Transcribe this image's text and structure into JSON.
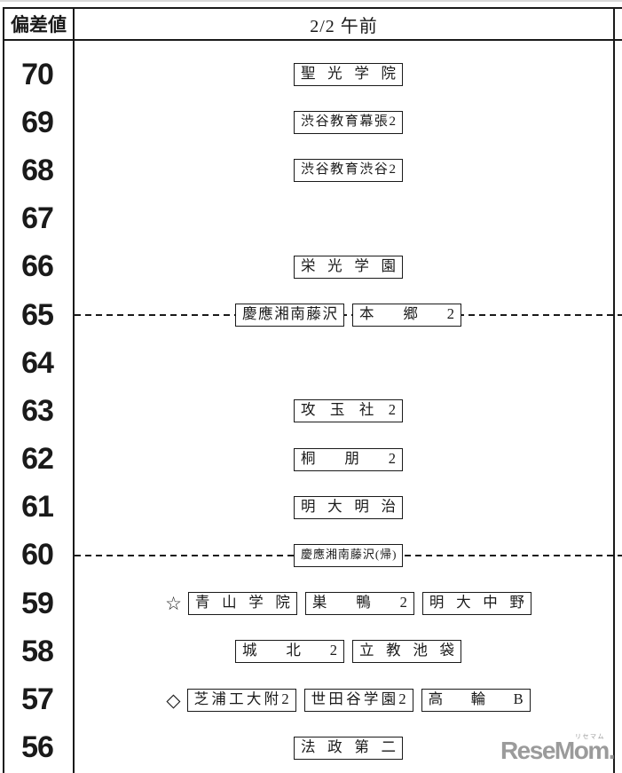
{
  "header": {
    "deviation_label": "偏差値",
    "session_label": "2/2 午前"
  },
  "chart_data": {
    "type": "table",
    "title": "中学入試 偏差値 2/2午前",
    "ylabel": "偏差値",
    "column_label": "2/2午前",
    "y_range": [
      70,
      56
    ],
    "guidelines_at": [
      65,
      60
    ],
    "rows": [
      {
        "value": "70",
        "prefix": "",
        "dashed": false,
        "schools": [
          "聖光学院"
        ]
      },
      {
        "value": "69",
        "prefix": "",
        "dashed": false,
        "schools": [
          "渋谷教育幕張2"
        ]
      },
      {
        "value": "68",
        "prefix": "",
        "dashed": false,
        "schools": [
          "渋谷教育渋谷2"
        ]
      },
      {
        "value": "67",
        "prefix": "",
        "dashed": false,
        "schools": []
      },
      {
        "value": "66",
        "prefix": "",
        "dashed": false,
        "schools": [
          "栄光学園"
        ]
      },
      {
        "value": "65",
        "prefix": "",
        "dashed": true,
        "schools": [
          "慶應湘南藤沢",
          "本郷2"
        ]
      },
      {
        "value": "64",
        "prefix": "",
        "dashed": false,
        "schools": []
      },
      {
        "value": "63",
        "prefix": "",
        "dashed": false,
        "schools": [
          "攻玉社2"
        ]
      },
      {
        "value": "62",
        "prefix": "",
        "dashed": false,
        "schools": [
          "桐朋2"
        ]
      },
      {
        "value": "61",
        "prefix": "",
        "dashed": false,
        "schools": [
          "明大明治"
        ]
      },
      {
        "value": "60",
        "prefix": "",
        "dashed": true,
        "schools": [
          "慶應湘南藤沢(帰)"
        ]
      },
      {
        "value": "59",
        "prefix": "☆",
        "dashed": false,
        "schools": [
          "青山学院",
          "巣鴨2",
          "明大中野"
        ]
      },
      {
        "value": "58",
        "prefix": "",
        "dashed": false,
        "schools": [
          "城北2",
          "立教池袋"
        ]
      },
      {
        "value": "57",
        "prefix": "◇",
        "dashed": false,
        "schools": [
          "芝浦工大附2",
          "世田谷学園2",
          "高輪B"
        ]
      },
      {
        "value": "56",
        "prefix": "",
        "dashed": false,
        "schools": [
          "法政第二"
        ]
      }
    ]
  },
  "logo": {
    "brand": "ReseMom.",
    "ruby": "リセマム"
  },
  "colors": {
    "line": "#1a1a1a",
    "logo_gray": "#9b9b9b",
    "top_strip": "#d9d9d9"
  }
}
